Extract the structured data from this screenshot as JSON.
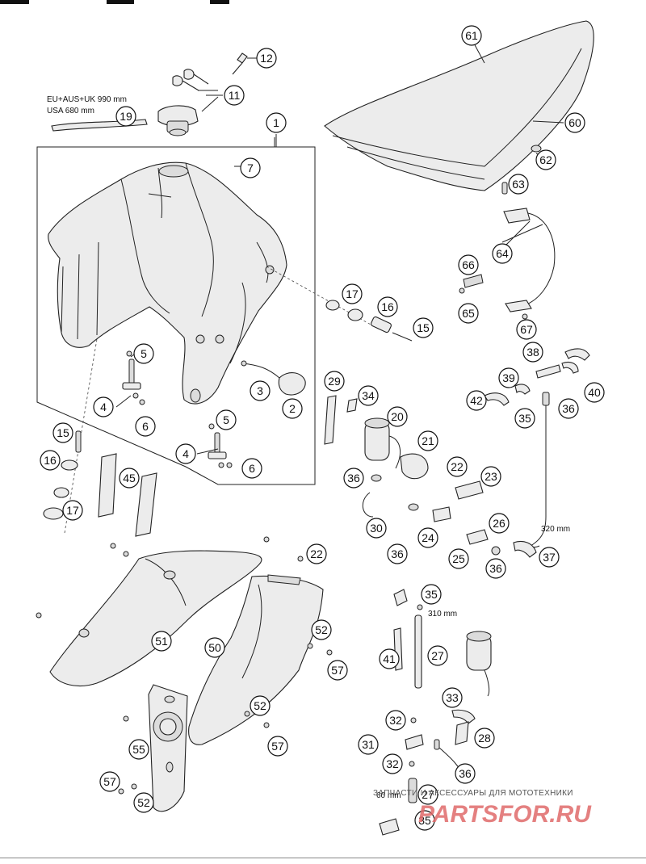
{
  "diagram": {
    "header_fragment": "",
    "callouts": [
      {
        "n": "1"
      },
      {
        "n": "2"
      },
      {
        "n": "3"
      },
      {
        "n": "4"
      },
      {
        "n": "4"
      },
      {
        "n": "5"
      },
      {
        "n": "5"
      },
      {
        "n": "6"
      },
      {
        "n": "6"
      },
      {
        "n": "7"
      },
      {
        "n": "11"
      },
      {
        "n": "12"
      },
      {
        "n": "15"
      },
      {
        "n": "15"
      },
      {
        "n": "16"
      },
      {
        "n": "16"
      },
      {
        "n": "17"
      },
      {
        "n": "17"
      },
      {
        "n": "19"
      },
      {
        "n": "20"
      },
      {
        "n": "21"
      },
      {
        "n": "22"
      },
      {
        "n": "22"
      },
      {
        "n": "23"
      },
      {
        "n": "24"
      },
      {
        "n": "25"
      },
      {
        "n": "26"
      },
      {
        "n": "27"
      },
      {
        "n": "27"
      },
      {
        "n": "28"
      },
      {
        "n": "29"
      },
      {
        "n": "30"
      },
      {
        "n": "31"
      },
      {
        "n": "32"
      },
      {
        "n": "32"
      },
      {
        "n": "33"
      },
      {
        "n": "34"
      },
      {
        "n": "35"
      },
      {
        "n": "35"
      },
      {
        "n": "35"
      },
      {
        "n": "36"
      },
      {
        "n": "36"
      },
      {
        "n": "36"
      },
      {
        "n": "36"
      },
      {
        "n": "36"
      },
      {
        "n": "37"
      },
      {
        "n": "38"
      },
      {
        "n": "39"
      },
      {
        "n": "40"
      },
      {
        "n": "41"
      },
      {
        "n": "42"
      },
      {
        "n": "45"
      },
      {
        "n": "50"
      },
      {
        "n": "51"
      },
      {
        "n": "52"
      },
      {
        "n": "52"
      },
      {
        "n": "52"
      },
      {
        "n": "55"
      },
      {
        "n": "57"
      },
      {
        "n": "57"
      },
      {
        "n": "57"
      },
      {
        "n": "60"
      },
      {
        "n": "61"
      },
      {
        "n": "62"
      },
      {
        "n": "63"
      },
      {
        "n": "64"
      },
      {
        "n": "65"
      },
      {
        "n": "66"
      },
      {
        "n": "67"
      }
    ],
    "text_labels": {
      "hose_length_eu": "EU+AUS+UK 990 mm",
      "hose_length_usa": "USA 680 mm",
      "length_320": "320 mm",
      "length_310": "310 mm",
      "length_60": "60 mm"
    },
    "watermark": {
      "caption": "ЗАПЧАСТИ И АКСЕССУАРЫ ДЛЯ МОТОТЕХНИКИ",
      "brand": "PARTSFOR.RU",
      "brand_color": "#e06a6a"
    }
  }
}
